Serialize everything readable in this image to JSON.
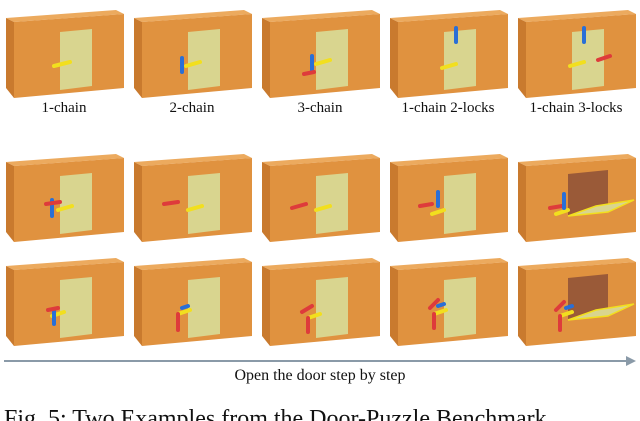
{
  "figure": {
    "column_labels": [
      "1-chain",
      "2-chain",
      "3-chain",
      "1-chain 2-locks",
      "1-chain 3-locks"
    ],
    "arrow_label": "Open the door step by step",
    "caption_partial": "Fig. 5: Two Examples from the Door-Puzzle Benchmark"
  },
  "colors": {
    "box_front": "#e0923f",
    "box_top": "#ecaa5e",
    "box_side": "#c97a2e",
    "door": "#d9d58f",
    "hole": "#9a5a38",
    "lock_yellow": "#f2df1e",
    "lock_blue": "#2a6fd6",
    "lock_red": "#de3b3b",
    "arrow": "#8a9aa8"
  }
}
